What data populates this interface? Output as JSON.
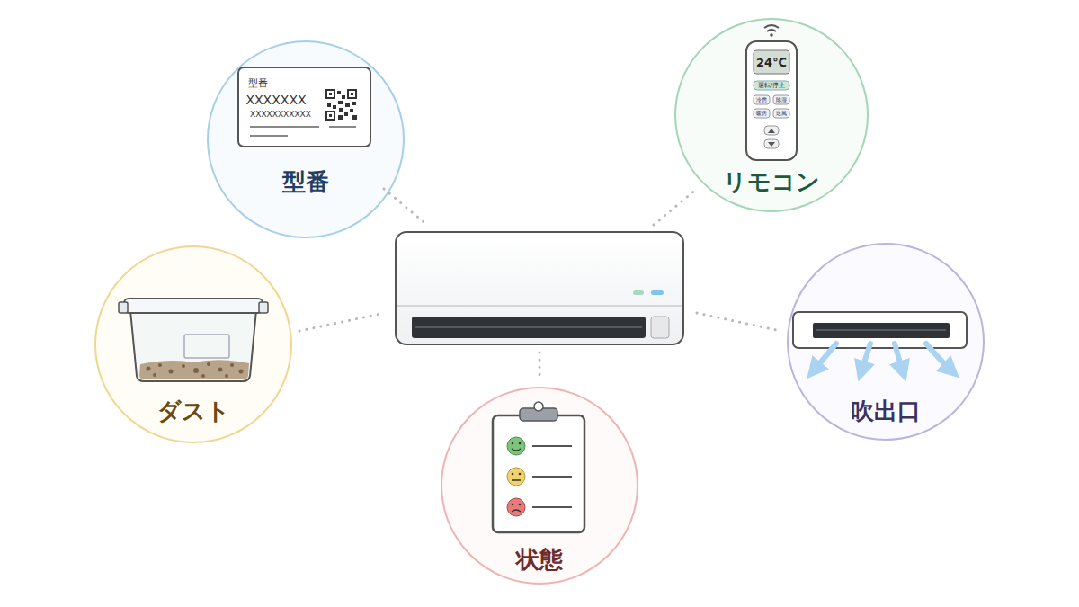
{
  "diagram": {
    "nodes": [
      {
        "text": [
          "型番"
        ]
      },
      {
        "text": [
          "リモコン"
        ]
      },
      {
        "text": [
          "ダスト"
        ]
      },
      {
        "text": [
          "吹出口"
        ]
      },
      {
        "text": [
          "状態"
        ]
      }
    ],
    "labels": [
      "型番",
      "XXXXXXX",
      "XXXXXXXXXXX",
      "24℃",
      "運転/停止",
      "冷房",
      "除湿",
      "暖房",
      "送風"
    ]
  }
}
